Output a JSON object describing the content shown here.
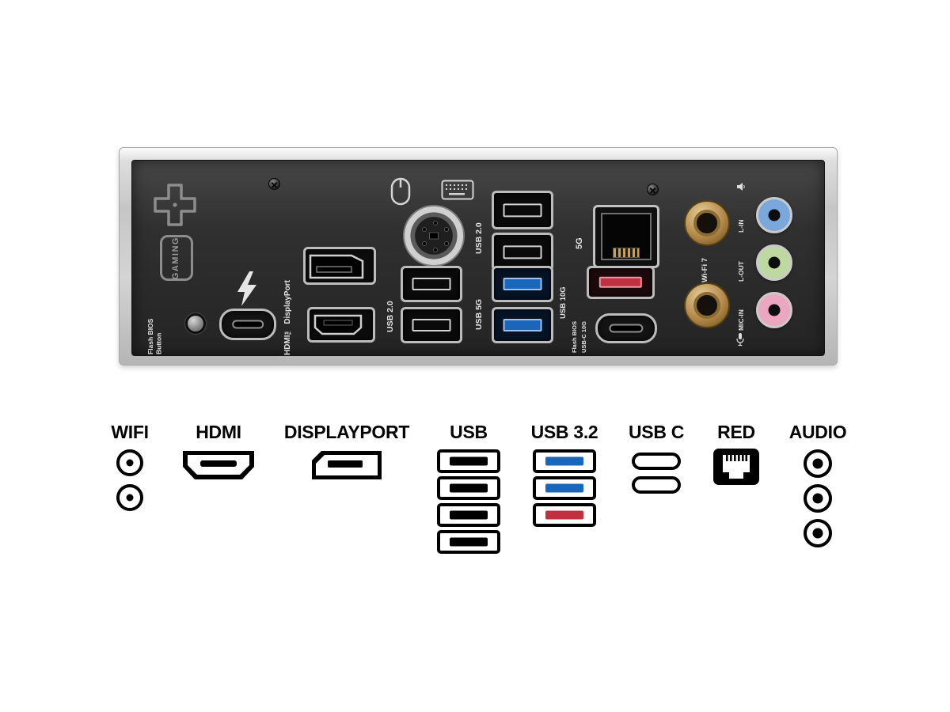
{
  "panel": {
    "gaming": "GAMING",
    "flash_bios_button": "Flash BIOS\nButton",
    "hdmi_displayport": "HDMI™ DisplayPort",
    "usb_20_top": "USB 2.0",
    "usb_20_left": "USB 2.0",
    "usb_5g": "USB 5G",
    "lan_5g": "5G",
    "usb_10g": "USB 10G",
    "flash_bios": "Flash BIOS",
    "usb_c_10g": "USB-C 10G",
    "wifi_7": "Wi-Fi 7",
    "line_in": "L-IN",
    "line_out": "L-OUT",
    "mic_in": "MIC-IN"
  },
  "legend": {
    "items": [
      {
        "label": "WIFI",
        "icon": "wifi-antenna-jack",
        "count": 2
      },
      {
        "label": "HDMI",
        "icon": "hdmi-port",
        "count": 1
      },
      {
        "label": "DISPLAYPORT",
        "icon": "displayport-port",
        "count": 1
      },
      {
        "label": "USB",
        "icon": "usb-a-port",
        "count": 4
      },
      {
        "label": "USB 3.2",
        "icon": "usb-a-port-colored",
        "count": 3,
        "bar_colors": [
          "#1c66b9",
          "#1c66b9",
          "#c13040"
        ]
      },
      {
        "label": "USB C",
        "icon": "usb-c-port",
        "count": 2
      },
      {
        "label": "RED",
        "icon": "ethernet-rj45-port",
        "count": 1
      },
      {
        "label": "AUDIO",
        "icon": "audio-jack",
        "count": 3
      }
    ]
  },
  "colors": {
    "background": "#ffffff",
    "panel": "#2d2d2d",
    "bracket_metal": "#cccccc",
    "usb3_blue": "#1c66b9",
    "usb3_red": "#c13040",
    "jack_line_in_blue": "#7aa7dc",
    "jack_line_out_green": "#bdd9a0",
    "jack_mic_pink": "#eca6c0",
    "antenna_gold": "#b3894a",
    "legend_text": "#000000",
    "panel_text": "#e4e4e4"
  }
}
